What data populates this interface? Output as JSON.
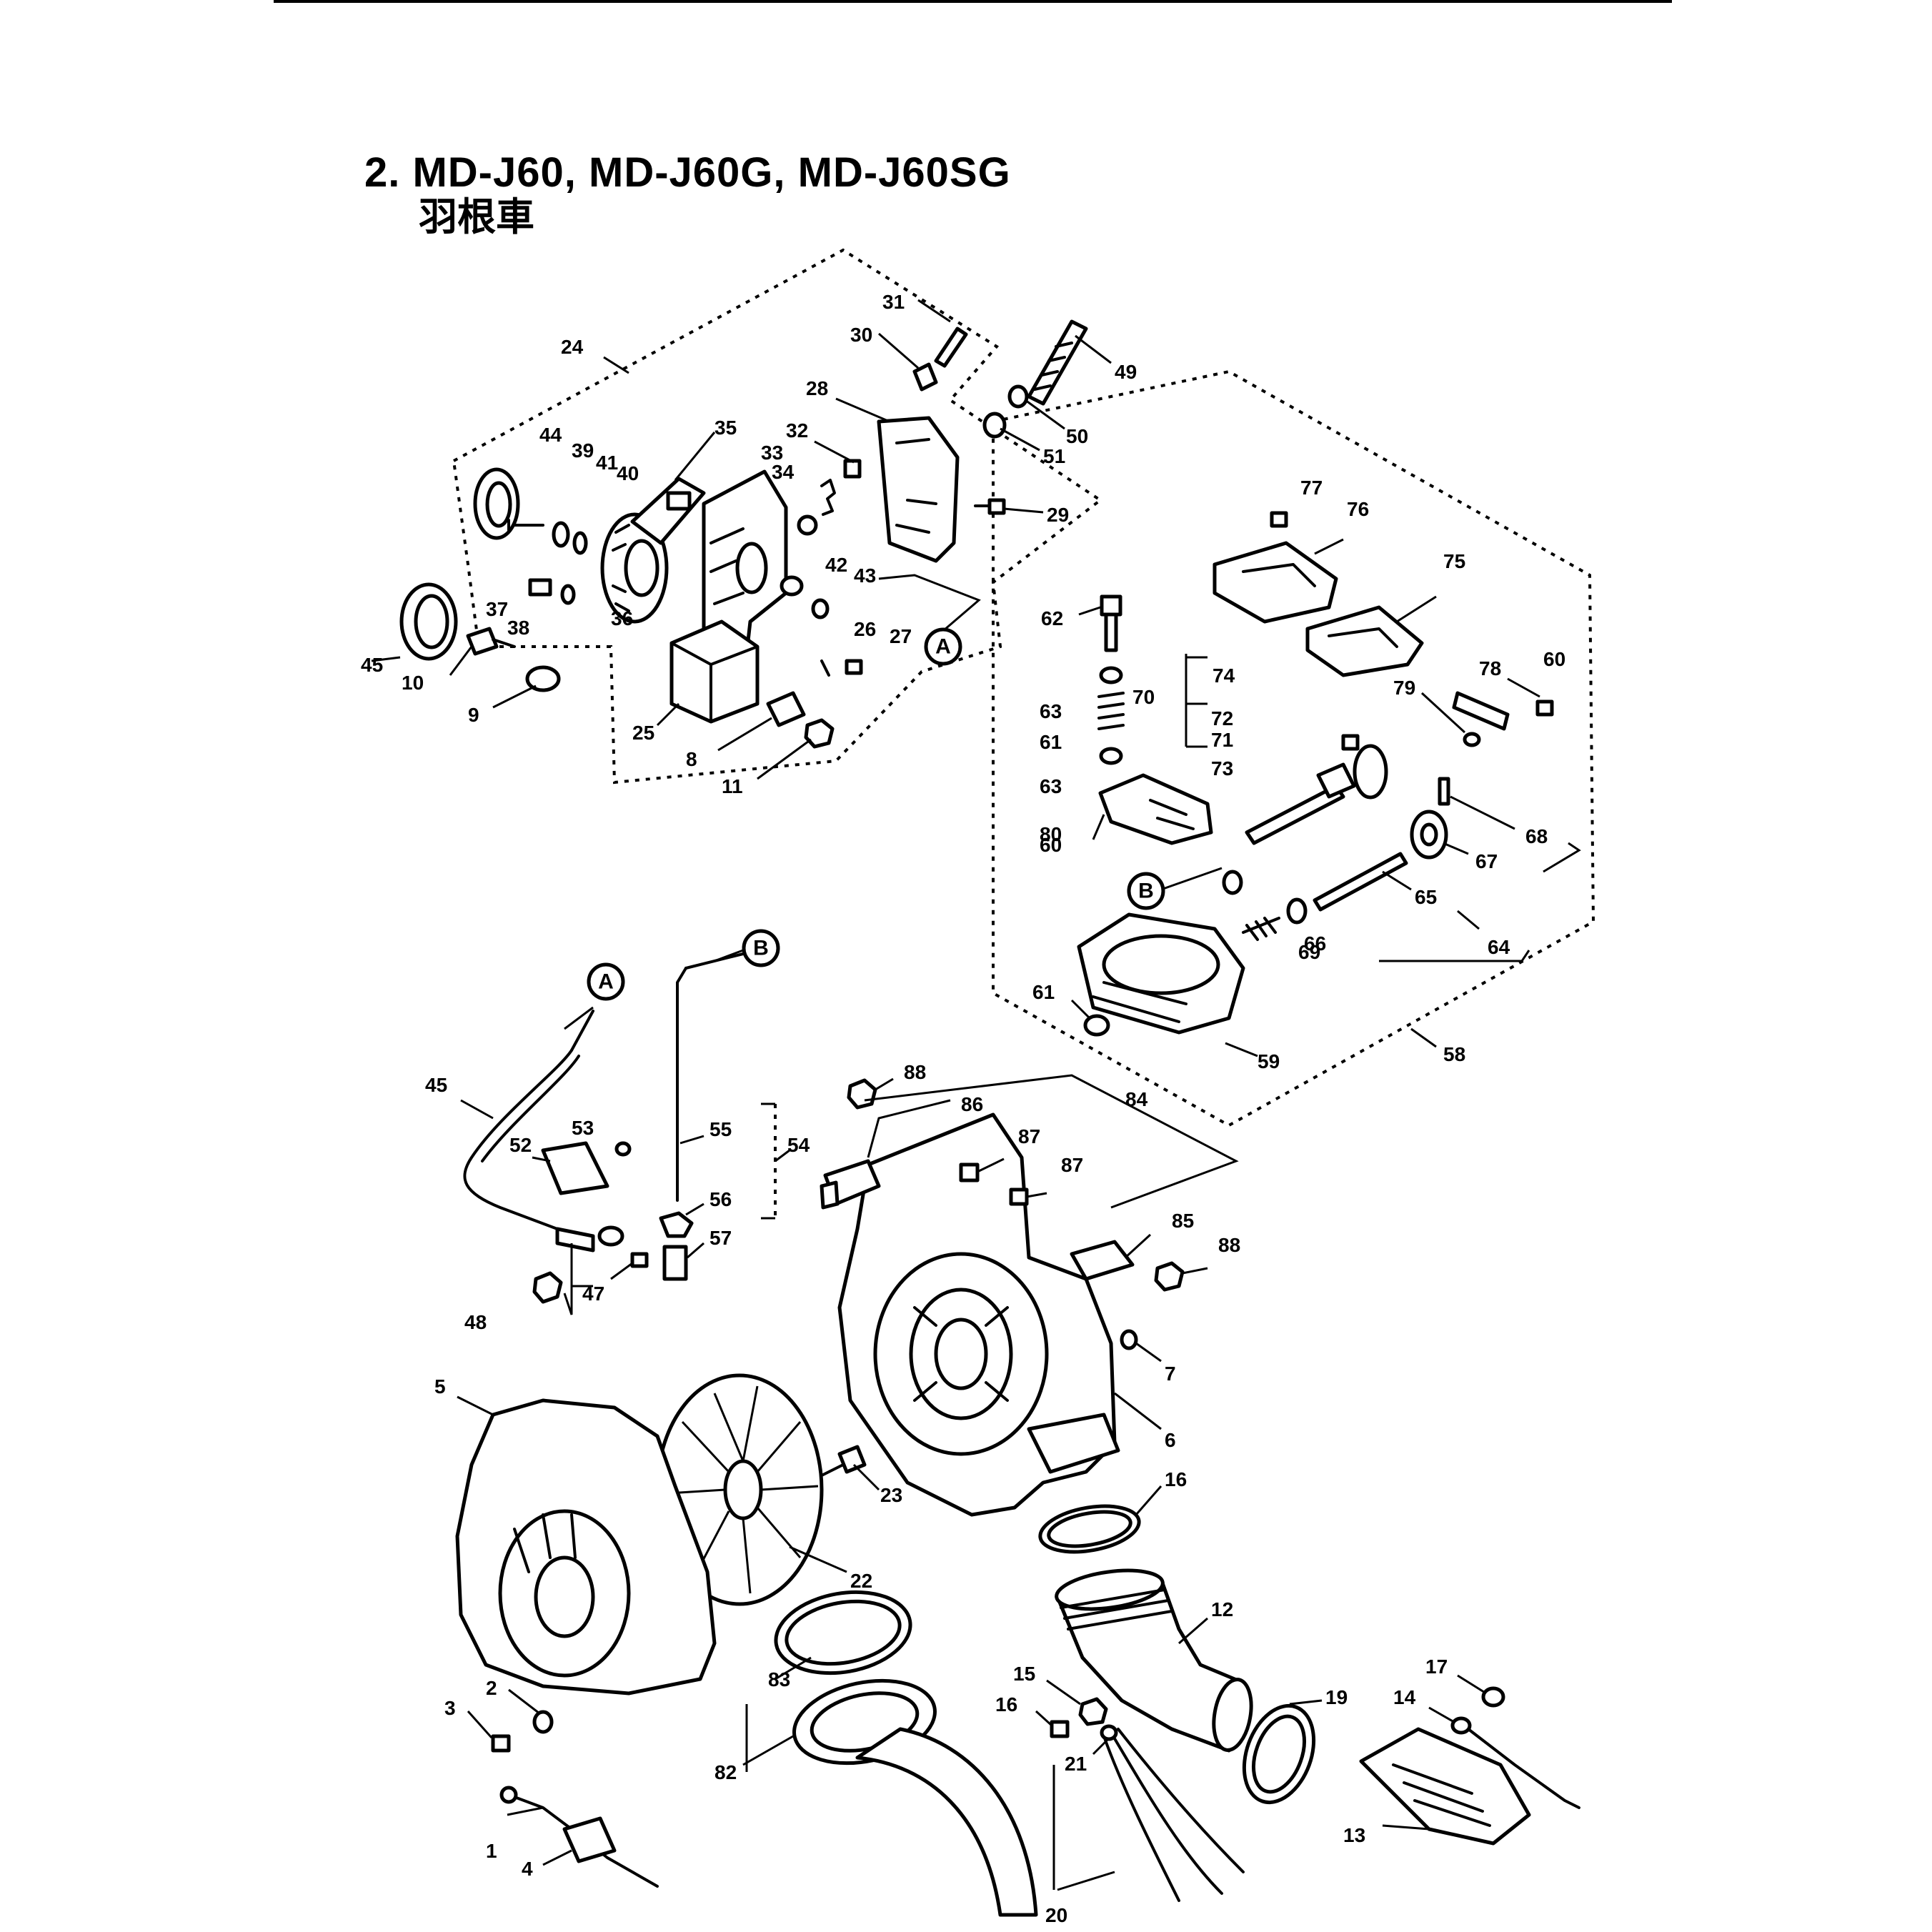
{
  "page": {
    "title": "2. MD-J60, MD-J60G, MD-J60SG",
    "subtitle": "羽根車"
  },
  "diagram": {
    "callouts": [
      {
        "id": "c1",
        "label": "1"
      },
      {
        "id": "c2",
        "label": "2"
      },
      {
        "id": "c3",
        "label": "3"
      },
      {
        "id": "c4",
        "label": "4"
      },
      {
        "id": "c5",
        "label": "5"
      },
      {
        "id": "c6",
        "label": "6"
      },
      {
        "id": "c7",
        "label": "7"
      },
      {
        "id": "c8",
        "label": "8"
      },
      {
        "id": "c9",
        "label": "9"
      },
      {
        "id": "c10",
        "label": "10"
      },
      {
        "id": "c11",
        "label": "11"
      },
      {
        "id": "c12",
        "label": "12"
      },
      {
        "id": "c13",
        "label": "13"
      },
      {
        "id": "c14",
        "label": "14"
      },
      {
        "id": "c15",
        "label": "15"
      },
      {
        "id": "c16a",
        "label": "16"
      },
      {
        "id": "c16b",
        "label": "16"
      },
      {
        "id": "c17",
        "label": "17"
      },
      {
        "id": "c19",
        "label": "19"
      },
      {
        "id": "c20",
        "label": "20"
      },
      {
        "id": "c21",
        "label": "21"
      },
      {
        "id": "c22",
        "label": "22"
      },
      {
        "id": "c23",
        "label": "23"
      },
      {
        "id": "c24",
        "label": "24"
      },
      {
        "id": "c25",
        "label": "25"
      },
      {
        "id": "c26",
        "label": "26"
      },
      {
        "id": "c27",
        "label": "27"
      },
      {
        "id": "c28",
        "label": "28"
      },
      {
        "id": "c29",
        "label": "29"
      },
      {
        "id": "c30",
        "label": "30"
      },
      {
        "id": "c31",
        "label": "31"
      },
      {
        "id": "c32",
        "label": "32"
      },
      {
        "id": "c33",
        "label": "33"
      },
      {
        "id": "c34",
        "label": "34"
      },
      {
        "id": "c35",
        "label": "35"
      },
      {
        "id": "c36",
        "label": "36"
      },
      {
        "id": "c37",
        "label": "37"
      },
      {
        "id": "c38",
        "label": "38"
      },
      {
        "id": "c39",
        "label": "39"
      },
      {
        "id": "c40",
        "label": "40"
      },
      {
        "id": "c41",
        "label": "41"
      },
      {
        "id": "c42",
        "label": "42"
      },
      {
        "id": "c43",
        "label": "43"
      },
      {
        "id": "c44",
        "label": "44"
      },
      {
        "id": "c45a",
        "label": "45"
      },
      {
        "id": "c45b",
        "label": "45"
      },
      {
        "id": "c47",
        "label": "47"
      },
      {
        "id": "c48",
        "label": "48"
      },
      {
        "id": "c49",
        "label": "49"
      },
      {
        "id": "c50",
        "label": "50"
      },
      {
        "id": "c51",
        "label": "51"
      },
      {
        "id": "c52",
        "label": "52"
      },
      {
        "id": "c53",
        "label": "53"
      },
      {
        "id": "c54",
        "label": "54"
      },
      {
        "id": "c55",
        "label": "55"
      },
      {
        "id": "c56",
        "label": "56"
      },
      {
        "id": "c57",
        "label": "57"
      },
      {
        "id": "c58",
        "label": "58"
      },
      {
        "id": "c59",
        "label": "59"
      },
      {
        "id": "c60a",
        "label": "60"
      },
      {
        "id": "c60b",
        "label": "60"
      },
      {
        "id": "c61a",
        "label": "61"
      },
      {
        "id": "c61b",
        "label": "61"
      },
      {
        "id": "c62",
        "label": "62"
      },
      {
        "id": "c63a",
        "label": "63"
      },
      {
        "id": "c63b",
        "label": "63"
      },
      {
        "id": "c64",
        "label": "64"
      },
      {
        "id": "c65",
        "label": "65"
      },
      {
        "id": "c66",
        "label": "66"
      },
      {
        "id": "c67",
        "label": "67"
      },
      {
        "id": "c68",
        "label": "68"
      },
      {
        "id": "c69",
        "label": "69"
      },
      {
        "id": "c70",
        "label": "70"
      },
      {
        "id": "c71",
        "label": "71"
      },
      {
        "id": "c72",
        "label": "72"
      },
      {
        "id": "c73",
        "label": "73"
      },
      {
        "id": "c74",
        "label": "74"
      },
      {
        "id": "c75",
        "label": "75"
      },
      {
        "id": "c76",
        "label": "76"
      },
      {
        "id": "c77",
        "label": "77"
      },
      {
        "id": "c78",
        "label": "78"
      },
      {
        "id": "c79",
        "label": "79"
      },
      {
        "id": "c80",
        "label": "80"
      },
      {
        "id": "c82",
        "label": "82"
      },
      {
        "id": "c83",
        "label": "83"
      },
      {
        "id": "c84",
        "label": "84"
      },
      {
        "id": "c85",
        "label": "85"
      },
      {
        "id": "c86",
        "label": "86"
      },
      {
        "id": "c87a",
        "label": "87"
      },
      {
        "id": "c87b",
        "label": "87"
      },
      {
        "id": "c88a",
        "label": "88"
      },
      {
        "id": "c88b",
        "label": "88"
      }
    ],
    "reference_markers": [
      {
        "id": "refA1",
        "label": "A"
      },
      {
        "id": "refA2",
        "label": "A"
      },
      {
        "id": "refB1",
        "label": "B"
      },
      {
        "id": "refB2",
        "label": "B"
      }
    ]
  }
}
